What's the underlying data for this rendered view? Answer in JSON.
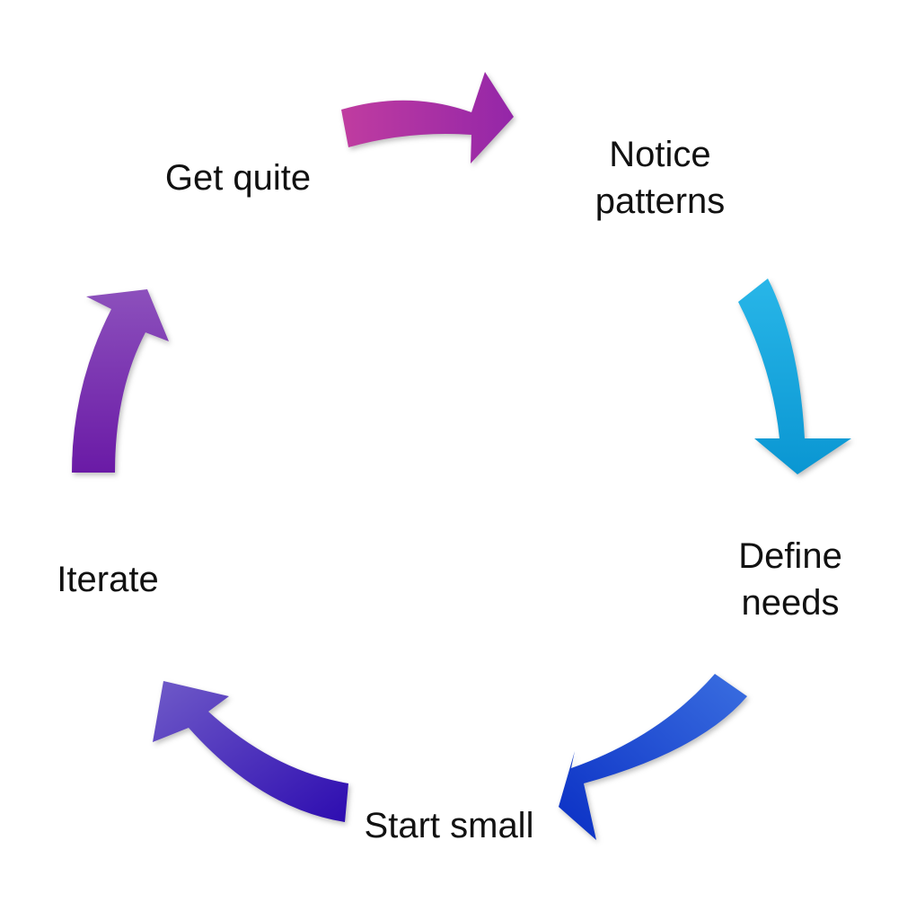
{
  "steps": [
    {
      "id": "get-quite",
      "lines": [
        "Get quite"
      ]
    },
    {
      "id": "notice-patterns",
      "lines": [
        "Notice",
        "patterns"
      ]
    },
    {
      "id": "define-needs",
      "lines": [
        "Define",
        "needs"
      ]
    },
    {
      "id": "start-small",
      "lines": [
        "Start small"
      ]
    },
    {
      "id": "iterate",
      "lines": [
        "Iterate"
      ]
    }
  ],
  "colors": {
    "arrow_top": [
      "#c03ca0",
      "#9426a8"
    ],
    "arrow_right": [
      "#28b6e8",
      "#0a96d2"
    ],
    "arrow_lower_right": [
      "#3a6ee0",
      "#0a2fc4"
    ],
    "arrow_bottom": [
      "#6f5ac8",
      "#2d0cb0"
    ],
    "arrow_left": [
      "#8c50bc",
      "#6a1aa6"
    ]
  }
}
